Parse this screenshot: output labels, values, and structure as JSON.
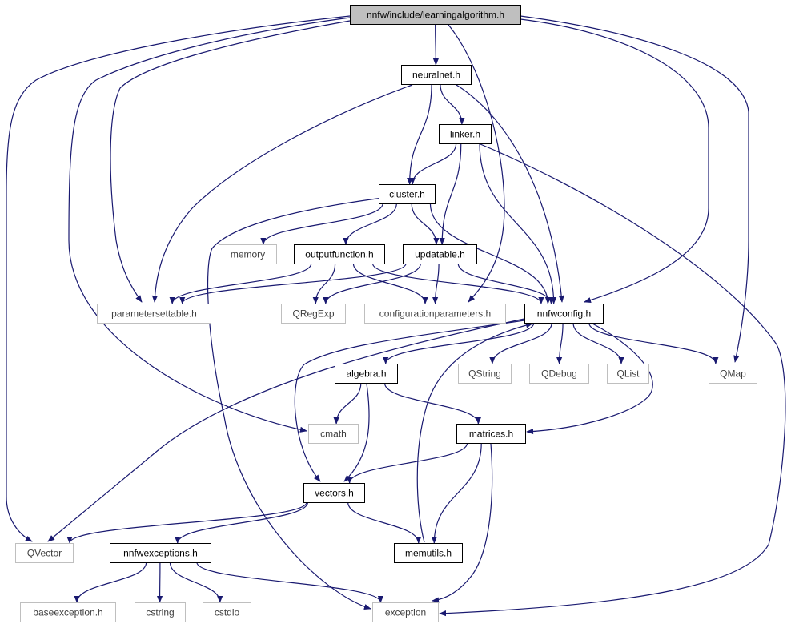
{
  "colors": {
    "edge": "#191970",
    "internal_border": "#000000",
    "external_border": "#bfbfbf",
    "internal_text": "#000000",
    "external_text": "#404040",
    "root_fill": "#bfbfbf",
    "fill": "#ffffff"
  },
  "nodes": [
    {
      "id": "learningalgorithm",
      "label": "nnfw/include/learningalgorithm.h",
      "kind": "root"
    },
    {
      "id": "neuralnet",
      "label": "neuralnet.h",
      "kind": "internal"
    },
    {
      "id": "linker",
      "label": "linker.h",
      "kind": "internal"
    },
    {
      "id": "cluster",
      "label": "cluster.h",
      "kind": "internal"
    },
    {
      "id": "memory",
      "label": "memory",
      "kind": "external"
    },
    {
      "id": "outputfunction",
      "label": "outputfunction.h",
      "kind": "internal"
    },
    {
      "id": "updatable",
      "label": "updatable.h",
      "kind": "internal"
    },
    {
      "id": "parametersettable",
      "label": "parametersettable.h",
      "kind": "external"
    },
    {
      "id": "qregexp",
      "label": "QRegExp",
      "kind": "external"
    },
    {
      "id": "configurationparameters",
      "label": "configurationparameters.h",
      "kind": "external"
    },
    {
      "id": "nnfwconfig",
      "label": "nnfwconfig.h",
      "kind": "internal"
    },
    {
      "id": "algebra",
      "label": "algebra.h",
      "kind": "internal"
    },
    {
      "id": "qstring",
      "label": "QString",
      "kind": "external"
    },
    {
      "id": "qdebug",
      "label": "QDebug",
      "kind": "external"
    },
    {
      "id": "qlist",
      "label": "QList",
      "kind": "external"
    },
    {
      "id": "qmap",
      "label": "QMap",
      "kind": "external"
    },
    {
      "id": "cmath",
      "label": "cmath",
      "kind": "external"
    },
    {
      "id": "matrices",
      "label": "matrices.h",
      "kind": "internal"
    },
    {
      "id": "vectors",
      "label": "vectors.h",
      "kind": "internal"
    },
    {
      "id": "qvector",
      "label": "QVector",
      "kind": "external"
    },
    {
      "id": "nnfwexceptions",
      "label": "nnfwexceptions.h",
      "kind": "internal"
    },
    {
      "id": "memutils",
      "label": "memutils.h",
      "kind": "internal"
    },
    {
      "id": "baseexception",
      "label": "baseexception.h",
      "kind": "external"
    },
    {
      "id": "cstring",
      "label": "cstring",
      "kind": "external"
    },
    {
      "id": "cstdio",
      "label": "cstdio",
      "kind": "external"
    },
    {
      "id": "exception",
      "label": "exception",
      "kind": "external"
    }
  ],
  "edges": [
    {
      "from": "learningalgorithm",
      "to": "neuralnet"
    },
    {
      "from": "learningalgorithm",
      "to": "parametersettable"
    },
    {
      "from": "learningalgorithm",
      "to": "configurationparameters"
    },
    {
      "from": "learningalgorithm",
      "to": "nnfwconfig"
    },
    {
      "from": "learningalgorithm",
      "to": "qmap"
    },
    {
      "from": "learningalgorithm",
      "to": "cmath"
    },
    {
      "from": "learningalgorithm",
      "to": "qvector"
    },
    {
      "from": "neuralnet",
      "to": "linker"
    },
    {
      "from": "neuralnet",
      "to": "cluster"
    },
    {
      "from": "neuralnet",
      "to": "parametersettable"
    },
    {
      "from": "neuralnet",
      "to": "nnfwconfig"
    },
    {
      "from": "linker",
      "to": "cluster"
    },
    {
      "from": "linker",
      "to": "updatable"
    },
    {
      "from": "linker",
      "to": "nnfwconfig"
    },
    {
      "from": "linker",
      "to": "exception"
    },
    {
      "from": "cluster",
      "to": "memory"
    },
    {
      "from": "cluster",
      "to": "outputfunction"
    },
    {
      "from": "cluster",
      "to": "updatable"
    },
    {
      "from": "cluster",
      "to": "nnfwconfig"
    },
    {
      "from": "cluster",
      "to": "exception"
    },
    {
      "from": "outputfunction",
      "to": "parametersettable"
    },
    {
      "from": "outputfunction",
      "to": "qregexp"
    },
    {
      "from": "outputfunction",
      "to": "configurationparameters"
    },
    {
      "from": "outputfunction",
      "to": "nnfwconfig"
    },
    {
      "from": "updatable",
      "to": "parametersettable"
    },
    {
      "from": "updatable",
      "to": "qregexp"
    },
    {
      "from": "updatable",
      "to": "configurationparameters"
    },
    {
      "from": "updatable",
      "to": "nnfwconfig"
    },
    {
      "from": "nnfwconfig",
      "to": "qstring"
    },
    {
      "from": "nnfwconfig",
      "to": "qdebug"
    },
    {
      "from": "nnfwconfig",
      "to": "qlist"
    },
    {
      "from": "nnfwconfig",
      "to": "qmap"
    },
    {
      "from": "nnfwconfig",
      "to": "algebra"
    },
    {
      "from": "nnfwconfig",
      "to": "qvector"
    },
    {
      "from": "nnfwconfig",
      "to": "matrices"
    },
    {
      "from": "nnfwconfig",
      "to": "vectors"
    },
    {
      "from": "algebra",
      "to": "cmath"
    },
    {
      "from": "algebra",
      "to": "matrices"
    },
    {
      "from": "algebra",
      "to": "vectors"
    },
    {
      "from": "matrices",
      "to": "vectors"
    },
    {
      "from": "matrices",
      "to": "memutils"
    },
    {
      "from": "matrices",
      "to": "exception"
    },
    {
      "from": "vectors",
      "to": "qvector"
    },
    {
      "from": "vectors",
      "to": "nnfwexceptions"
    },
    {
      "from": "vectors",
      "to": "memutils"
    },
    {
      "from": "memutils",
      "to": "nnfwconfig"
    },
    {
      "from": "nnfwexceptions",
      "to": "baseexception"
    },
    {
      "from": "nnfwexceptions",
      "to": "cstring"
    },
    {
      "from": "nnfwexceptions",
      "to": "cstdio"
    },
    {
      "from": "nnfwexceptions",
      "to": "exception"
    }
  ]
}
